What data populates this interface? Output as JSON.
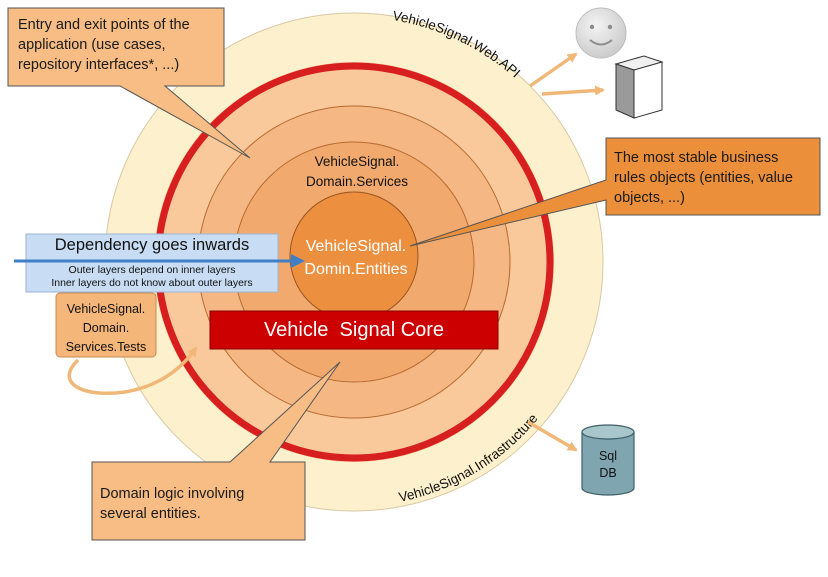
{
  "layers": {
    "web_api": "VehicleSignal.Web.API",
    "infrastructure": "VehicleSignal.Infrastructure",
    "domain_services": [
      "VehicleSignal.",
      "Domain.Services"
    ],
    "entities": [
      "VehicleSignal.",
      "Domin.Entities"
    ]
  },
  "core_label": "Vehicle  Signal Core",
  "dependency": {
    "title": "Dependency goes inwards",
    "line1": "Outer layers depend on inner layers",
    "line2": "Inner layers do not know about outer layers"
  },
  "tests_label": "VehicleSignal.\nDomain.\nServices.Tests",
  "callouts": {
    "entry_exit": "Entry and exit points of the\napplication (use cases,\nrepository interfaces*, ...)",
    "stable_rules": "The most stable business\nrules objects (entities, value\nobjects, ...)",
    "domain_logic": "Domain logic involving\nseveral entities."
  },
  "database_label": "Sql\nDB",
  "icons": [
    "smiley-user-icon",
    "server-icon",
    "database-icon"
  ],
  "colors": {
    "outer_ring": "#fdf0cc",
    "middle_ring": "#f9c99b",
    "red_ring": "#d71f1f",
    "inner_ring": "#f5b885",
    "core_circle": "#ec9040",
    "core_band": "#cc0000",
    "dependency_box": "#c8dcf3",
    "dependency_arrow": "#3e7fc7",
    "tests_box": "#f5b67a",
    "callout_orange": "#ec8f3a",
    "callout_peach": "#f7bd84",
    "connector": "#f0b878",
    "database": "#7ea5b0"
  }
}
